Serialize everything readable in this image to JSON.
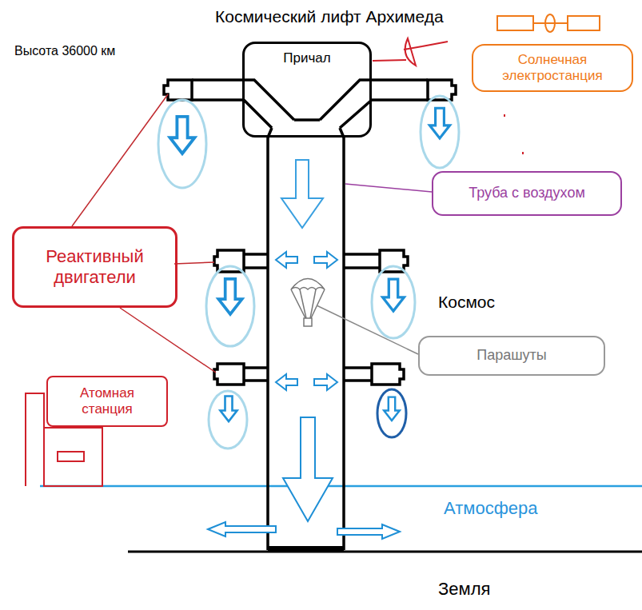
{
  "diagram": {
    "title": "Космический лифт Архимеда",
    "nodes": [
      {
        "text": [
          "Причал"
        ]
      },
      {
        "text": [
          "Солнечная электростанция"
        ]
      },
      {
        "text": [
          "Труба с воздухом"
        ]
      },
      {
        "text": [
          "Реактивный двигатели"
        ]
      },
      {
        "text": [
          "Парашуты"
        ]
      },
      {
        "text": [
          "Атомная станция"
        ]
      }
    ],
    "labels": [
      "Высота 36000 км",
      "Космос",
      "Атмосфера",
      "Земля"
    ]
  }
}
